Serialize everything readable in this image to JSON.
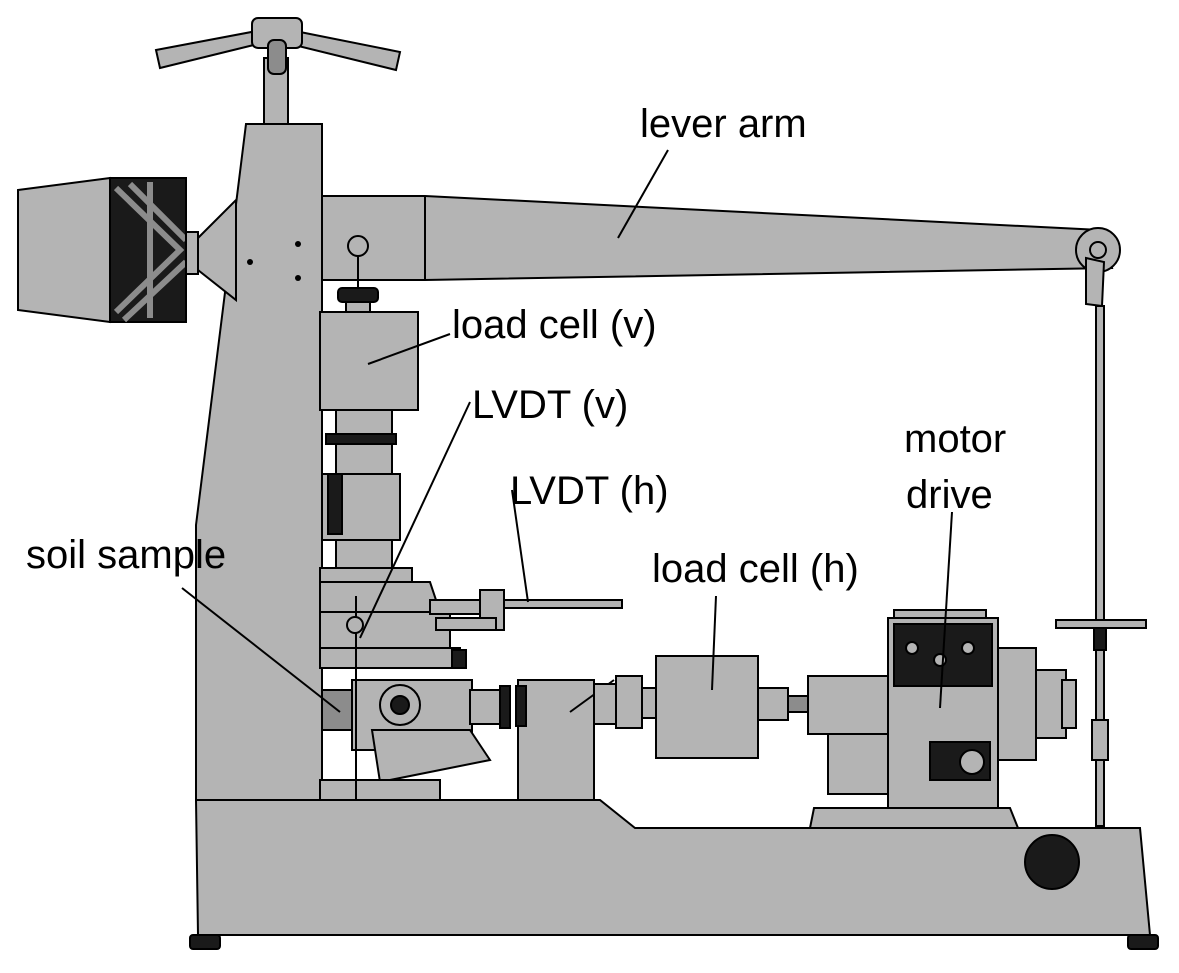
{
  "labels": {
    "lever_arm": "lever arm",
    "load_cell_v": "load cell (v)",
    "lvdt_v": "LVDT (v)",
    "lvdt_h": "LVDT (h)",
    "motor_drive_line1": "motor",
    "motor_drive_line2": "drive",
    "soil_sample": "soil sample",
    "load_cell_h": "load cell (h)"
  },
  "colors": {
    "body_fill": "#b4b4b4",
    "outline": "#000000",
    "dark_parts": "#1a1a1a",
    "background": "#ffffff"
  }
}
